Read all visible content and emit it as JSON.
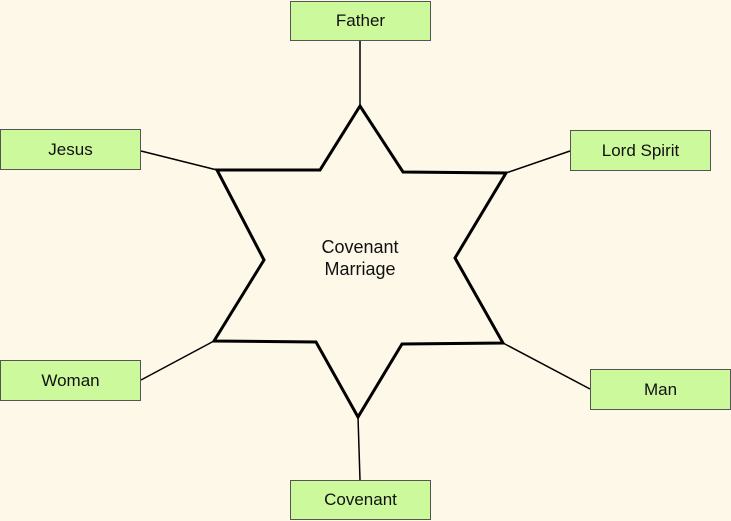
{
  "diagram": {
    "center": {
      "line1": "Covenant",
      "line2": "Marriage"
    },
    "nodes": {
      "father": "Father",
      "jesus": "Jesus",
      "lord_spirit": "Lord Spirit",
      "woman": "Woman",
      "man": "Man",
      "covenant": "Covenant"
    },
    "colors": {
      "background": "#fef8e9",
      "node_fill": "#ccf99b",
      "node_border": "#555555",
      "star_stroke": "#000000"
    }
  }
}
